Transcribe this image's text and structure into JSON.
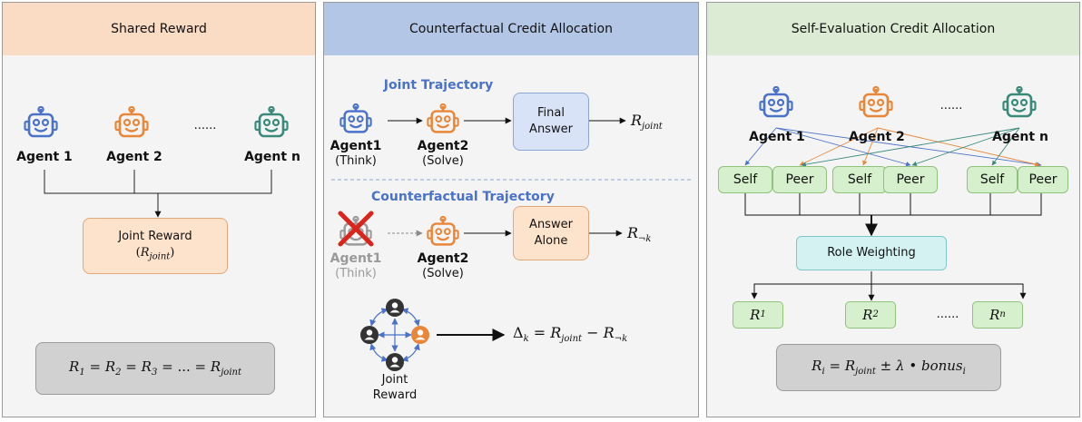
{
  "panels": {
    "shared": {
      "title": "Shared Reward",
      "agents": [
        "Agent 1",
        "Agent 2",
        "Agent n"
      ],
      "dots": "......",
      "joint_reward_label": "Joint Reward",
      "joint_reward_symbol": "R",
      "joint_sub": "joint",
      "equation": {
        "R": "R",
        "s1": "1",
        "s2": "2",
        "s3": "3",
        "eq": "=",
        "ellipsis": "...",
        "sj": "joint"
      }
    },
    "counterfactual": {
      "title": "Counterfactual Credit Allocation",
      "joint_trajectory_label": "Joint Trajectory",
      "counterfactual_trajectory_label": "Counterfactual Trajectory",
      "agent1": "Agent1",
      "agent1_role": "(Think)",
      "agent2": "Agent2",
      "agent2_role": "(Solve)",
      "final_answer_label": "Final Answer",
      "answer_alone_label": "Answer Alone",
      "r_joint": {
        "R": "R",
        "sub": "joint"
      },
      "r_neg": {
        "R": "R",
        "sub": "¬k"
      },
      "joint_reward_caption": "Joint Reward",
      "delta": {
        "delta": "Δ",
        "k": "k",
        "eq": "=",
        "R": "R",
        "sj": "joint",
        "minus": "−",
        "sn": "¬k"
      }
    },
    "selfeval": {
      "title": "Self-Evaluation Credit Allocation",
      "agents": [
        "Agent 1",
        "Agent 2",
        "Agent n"
      ],
      "dots": "......",
      "self_label": "Self",
      "peer_label": "Peer",
      "role_weighting_label": "Role Weighting",
      "rewards": [
        {
          "R": "R",
          "sub": "1"
        },
        {
          "R": "R",
          "sub": "2"
        },
        {
          "R": "R",
          "sub": "n"
        }
      ],
      "reward_dots": "......",
      "equation": {
        "R": "R",
        "si": "i",
        "eq": "=",
        "sj": "joint",
        "pm": "±",
        "lambda": "λ",
        "dot": "•",
        "bonus": "bonus",
        "sb": "i"
      }
    }
  },
  "icons": {
    "agent": "robot-icon",
    "agent_nodes": "person-node-icon",
    "cross": "red-x-icon"
  },
  "colors": {
    "agent1_blue": "#4a72c9",
    "agent2_orange": "#e8873a",
    "agentn_teal": "#3a8a7c",
    "disabled_gray": "#9a9a9a",
    "cross_red": "#d9251c",
    "shared_header": "#f9dcc3",
    "counterfactual_header": "#b3c6e6",
    "selfeval_header": "#dcebd3",
    "joint_box_fill": "#fde2cc",
    "final_answer_fill": "#d8e3f8",
    "answer_alone_fill": "#fde2cc",
    "self_peer_fill": "#d6efcc",
    "role_weighting_fill": "#d4f2f2",
    "equation_fill": "#d1d1d1"
  }
}
